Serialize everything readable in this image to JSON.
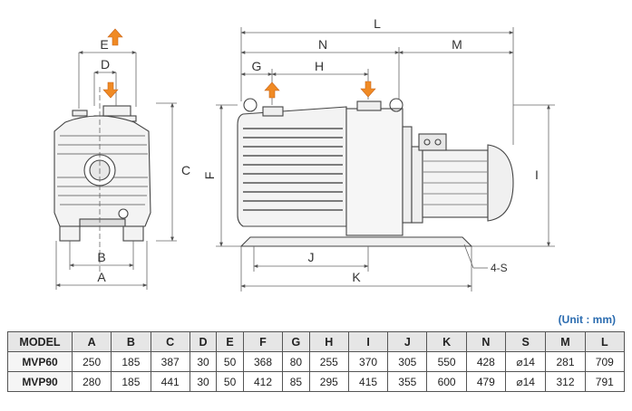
{
  "drawing": {
    "front_labels": {
      "E": "E",
      "D": "D",
      "C": "C",
      "B": "B",
      "A": "A"
    },
    "side_labels": {
      "L": "L",
      "N": "N",
      "M": "M",
      "G": "G",
      "H": "H",
      "F": "F",
      "I": "I",
      "J": "J",
      "K": "K"
    },
    "mount_note": "4-S",
    "colors": {
      "line": "#444444",
      "dim_line": "#666666",
      "arrow": "#f08a24"
    }
  },
  "unit_note": "(Unit : mm)",
  "table": {
    "headers": [
      "MODEL",
      "A",
      "B",
      "C",
      "D",
      "E",
      "F",
      "G",
      "H",
      "I",
      "J",
      "K",
      "N",
      "S",
      "M",
      "L"
    ],
    "rows": [
      [
        "MVP60",
        "250",
        "185",
        "387",
        "30",
        "50",
        "368",
        "80",
        "255",
        "370",
        "305",
        "550",
        "428",
        "⌀14",
        "281",
        "709"
      ],
      [
        "MVP90",
        "280",
        "185",
        "441",
        "30",
        "50",
        "412",
        "85",
        "295",
        "415",
        "355",
        "600",
        "479",
        "⌀14",
        "312",
        "791"
      ]
    ]
  }
}
